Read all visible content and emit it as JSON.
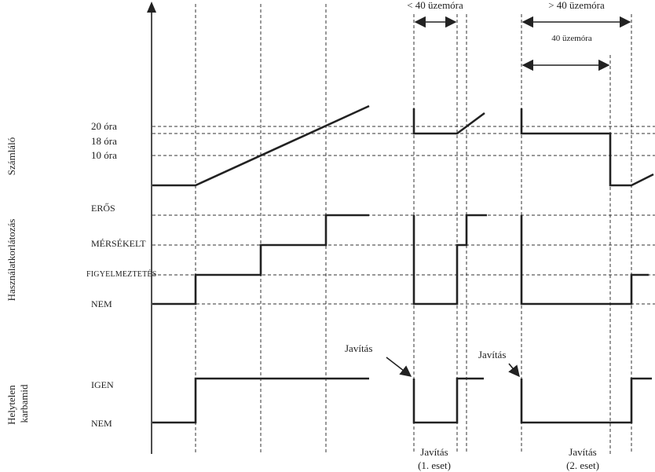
{
  "section_labels": {
    "counter": "Számláló",
    "restriction": "Használatkorlátozás",
    "urea": "Helytelen karbamid"
  },
  "counter_levels": {
    "h20": "20 óra",
    "h18": "18 óra",
    "h10": "10 óra"
  },
  "restriction_levels": {
    "strong": "ERŐS",
    "moderate": "MÉRSÉKELT",
    "warning": "FIGYELMEZTETÉS",
    "none": "NEM"
  },
  "urea_levels": {
    "yes": "IGEN",
    "no": "NEM"
  },
  "intervals": {
    "less_40": "< 40 üzemóra",
    "more_40": "> 40 üzemóra",
    "exactly_40": "40 üzemóra"
  },
  "repair": {
    "callout_1": "Javítás",
    "callout_2": "Javítás",
    "case_1_title": "Javítás",
    "case_1_sub": "(1. eset)",
    "case_2_title": "Javítás",
    "case_2_sub": "(2. eset)"
  }
}
